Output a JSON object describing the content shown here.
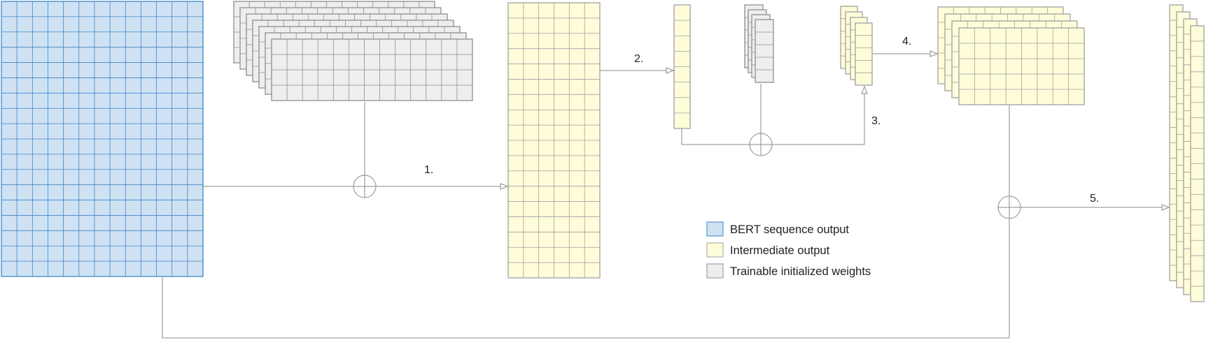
{
  "colors": {
    "bert_fill": "#cfe2f3",
    "bert_line": "#3d85c6",
    "intermediate_fill": "#fffcd9",
    "intermediate_line": "#a0a0a0",
    "weights_fill": "#eeeeee",
    "weights_line": "#8e8e8e",
    "connector": "#8a8a8a"
  },
  "steps": [
    "1.",
    "2.",
    "3.",
    "4.",
    "5."
  ],
  "legend": [
    {
      "label": "BERT sequence output",
      "swatch": "bert"
    },
    {
      "label": "Intermediate output",
      "swatch": "intermediate"
    },
    {
      "label": "Trainable initialized weights",
      "swatch": "weights"
    }
  ],
  "icons": {
    "operator": "circled-plus-icon"
  }
}
